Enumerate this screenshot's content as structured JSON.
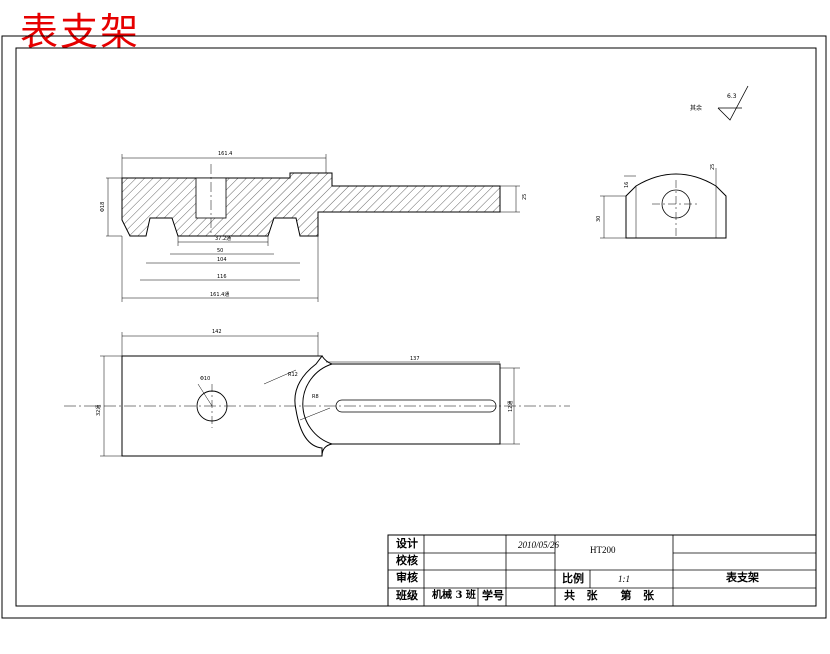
{
  "title": "表支架",
  "surface_note": {
    "label": "其余",
    "roughness": "6.3"
  },
  "title_block": {
    "design": "设计",
    "check": "校核",
    "review": "审核",
    "class_label": "班级",
    "class_value": "机械 3 班",
    "student_no": "学号",
    "date": "2010/05/26",
    "material": "HT200",
    "scale_label": "比例",
    "scale_value": "1:1",
    "part_name": "表支架",
    "sheets": "共   张      第   张"
  },
  "dimensions": {
    "top_len": "161.4",
    "a": "37.2通",
    "b": "50",
    "c": "104",
    "d": "116",
    "e": "161.4通",
    "f": "25",
    "g": "Φ18",
    "h": "142",
    "i": "137",
    "j": "R8",
    "k": "R12",
    "l": "Φ10",
    "m": "32通",
    "n": "12通",
    "side_a": "30",
    "side_b": "16",
    "side_c": "25"
  }
}
